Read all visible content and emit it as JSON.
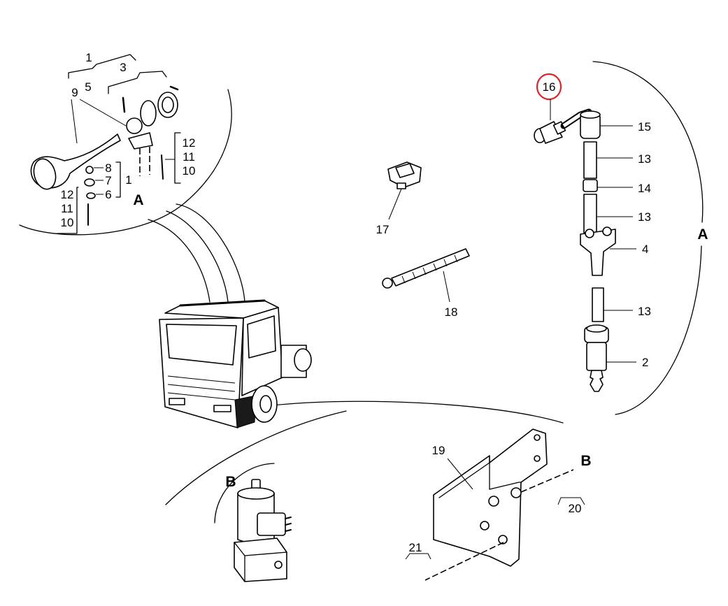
{
  "horn_assembly": {
    "callouts": [
      "1",
      "3",
      "9",
      "5",
      "12",
      "11",
      "10",
      "8",
      "7",
      "1",
      "6",
      "12",
      "11",
      "10"
    ],
    "view_letter": "A"
  },
  "air_line_assembly": {
    "selected_callout": "16",
    "callouts": [
      "15",
      "13",
      "14",
      "13",
      "4",
      "13",
      "2"
    ],
    "view_letter": "A",
    "highlight_color": "#d9262c"
  },
  "loose_parts": {
    "clip": "17",
    "cable_tie": "18"
  },
  "bracket_assembly": {
    "callouts": [
      "19",
      "20",
      "21"
    ],
    "view_letter": "B"
  },
  "solenoid_valve": {
    "view_letter": "B"
  },
  "colors": {
    "line": "#000000",
    "background": "#ffffff"
  }
}
